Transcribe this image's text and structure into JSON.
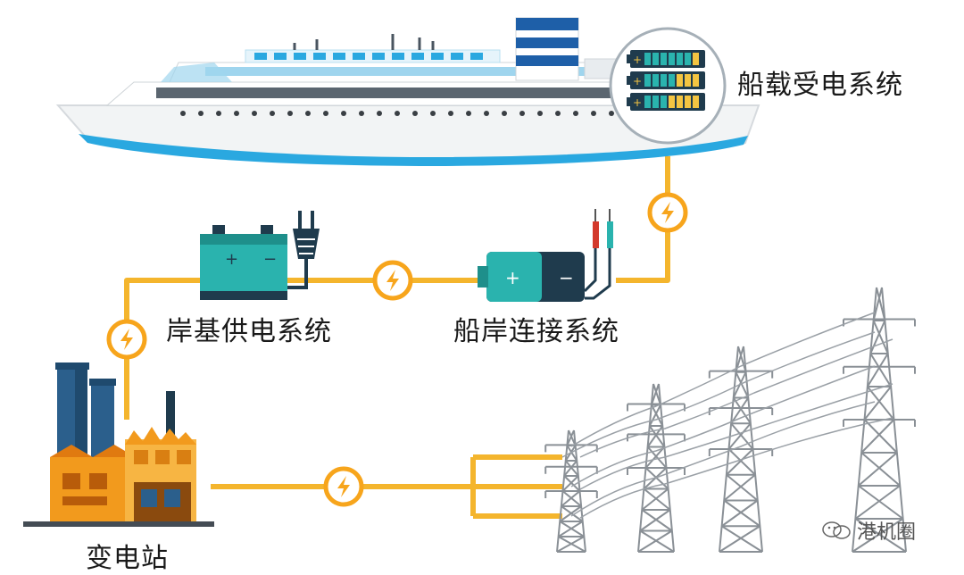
{
  "labels": {
    "onboard_system": "船载受电系统",
    "shore_supply_system": "岸基供电系统",
    "ship_shore_connection": "船岸连接系统",
    "substation": "变电站"
  },
  "watermark": {
    "text": "港机圈"
  },
  "colors": {
    "power_line": "#f4b52d",
    "bolt_circle": "#f7a51c",
    "hull_blue": "#2aa8e0",
    "hull_white": "#f2f4f5",
    "deck_blue": "#9fd5ee",
    "funnel_blue": "#1e5fa8",
    "battery_teal": "#2ab3ae",
    "battery_dark": "#1f3b4d",
    "factory_orange": "#f29a1d",
    "building_blue": "#2b5f8c",
    "tower_gray": "#9aa0a6"
  },
  "icons": [
    "lightning-bolt-icon",
    "battery-icon",
    "power-plug-icon",
    "test-probe-icon",
    "wechat-icon"
  ]
}
